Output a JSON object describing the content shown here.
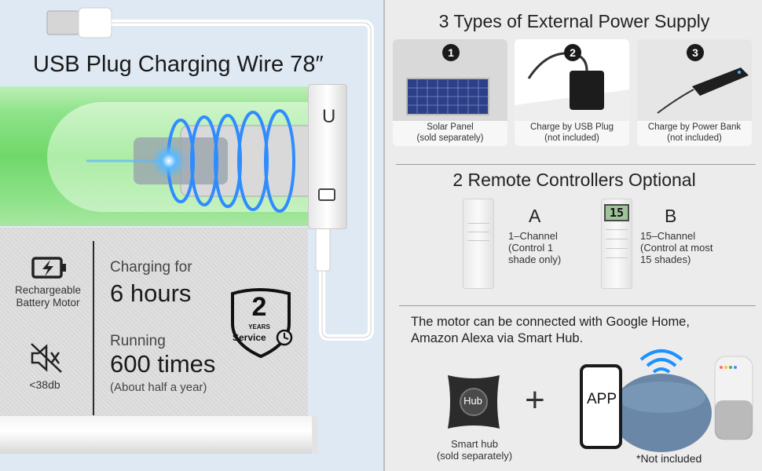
{
  "left": {
    "usb_title": "USB Plug Charging Wire 78″",
    "endcap_letter": "U",
    "features": {
      "battery_label": "Rechargeable Battery Motor",
      "noise_label": "<38db"
    },
    "stats": {
      "charging_label": "Charging for",
      "charging_value": "6 hours",
      "running_label": "Running",
      "running_value": "600 times",
      "running_note": "(About half a year)"
    },
    "warranty": {
      "number": "2",
      "years": "YEARS",
      "service": "Service"
    }
  },
  "right": {
    "power_title": "3 Types of External Power Supply",
    "power_cards": [
      {
        "badge": "1",
        "caption_line1": "Solar Panel",
        "caption_line2": "(sold separately)"
      },
      {
        "badge": "2",
        "caption_line1": "Charge by USB Plug",
        "caption_line2": "(not included)"
      },
      {
        "badge": "3",
        "caption_line1": "Charge by Power Bank",
        "caption_line2": "(not included)"
      }
    ],
    "remote_title": "2 Remote Controllers Optional",
    "remotes": [
      {
        "letter": "A",
        "line1": "1–Channel",
        "line2": "(Control 1",
        "line3": "shade only)"
      },
      {
        "letter": "B",
        "line1": "15–Channel",
        "line2": "(Control at most",
        "line3": "15 shades)",
        "lcd": "15"
      }
    ],
    "hub_text_line1": "The motor can be connected with Google Home,",
    "hub_text_line2": "Amazon Alexa via Smart Hub.",
    "hub_label": "Hub",
    "hub_caption_line1": "Smart hub",
    "hub_caption_line2": "(sold separately)",
    "plus": "+",
    "app_label": "APP",
    "not_included": "*Not included"
  },
  "colors": {
    "tube_green": "#6fd86a",
    "accent_blue": "#1e90ff",
    "dark": "#1a1a1a"
  }
}
